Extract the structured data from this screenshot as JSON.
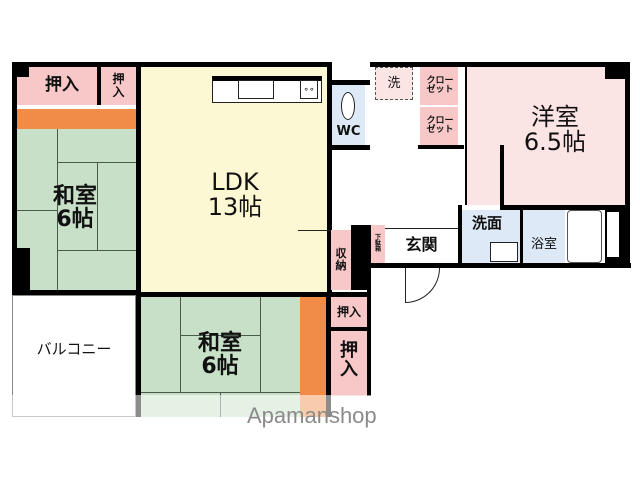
{
  "colors": {
    "tatami": "#c8e0c8",
    "ldk": "#fdf8d4",
    "closet_pink": "#f8c8c8",
    "western_room": "#fbe4e4",
    "wet_area": "#dde9f6",
    "engawa_orange": "#f08c48",
    "wall": "#000000",
    "watermark": "#8a8a8a"
  },
  "rooms": {
    "closet_top_left_large": "押入",
    "closet_top_left_small": "押\n入",
    "japanese_room_1": "和室\n6帖",
    "ldk": "LDK\n13帖",
    "wc": "WC",
    "laundry": "洗",
    "closet_1": "クロー\nゼット",
    "closet_2": "クロー\nゼット",
    "western_room": "洋室\n6.5帖",
    "storage": "収\n納",
    "shoe_box": "下\n駄\n箱",
    "entrance": "玄関",
    "washroom": "洗面",
    "bathroom": "浴室",
    "balcony": "バルコニー",
    "japanese_room_2": "和室\n6帖",
    "closet_bottom_small": "押入",
    "closet_bottom_large": "押\n入"
  },
  "watermark": "Apamanshop"
}
